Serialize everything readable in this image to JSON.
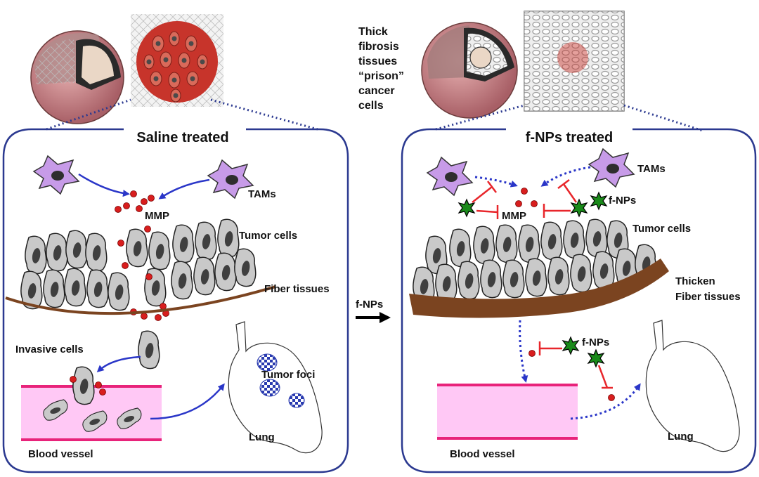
{
  "note": {
    "lines": [
      "Thick",
      "fibrosis",
      "tissues",
      "“prison”",
      "cancer",
      "cells"
    ]
  },
  "left_panel": {
    "title": "Saline treated",
    "tams": "TAMs",
    "mmp": "MMP",
    "tumor_cells": "Tumor cells",
    "fiber_tissues": "Fiber tissues",
    "invasive_cells": "Invasive cells",
    "tumor_foci": "Tumor foci",
    "blood_vessel": "Blood vessel",
    "lung": "Lung"
  },
  "transition": {
    "label": "f-NPs"
  },
  "right_panel": {
    "title": "f-NPs treated",
    "tams": "TAMs",
    "fnps_top": "f-NPs",
    "mmp": "MMP",
    "tumor_cells": "Tumor cells",
    "thicken_1": "Thicken",
    "thicken_2": "Fiber tissues",
    "fnps_bottom": "f-NPs",
    "blood_vessel": "Blood vessel",
    "lung": "Lung"
  },
  "colors": {
    "panel_border": "#2b3990",
    "arrow_blue": "#2a36c8",
    "mmp_red": "#d81e1e",
    "inhibit_red": "#e8262b",
    "tam_purple": "#c79be8",
    "fiber_brown": "#7b4420",
    "vessel_pink": "#ffc8f5",
    "vessel_line": "#e8237a",
    "fnp_green": "#1a8a1a",
    "foci_blue": "#2a3bb0"
  }
}
